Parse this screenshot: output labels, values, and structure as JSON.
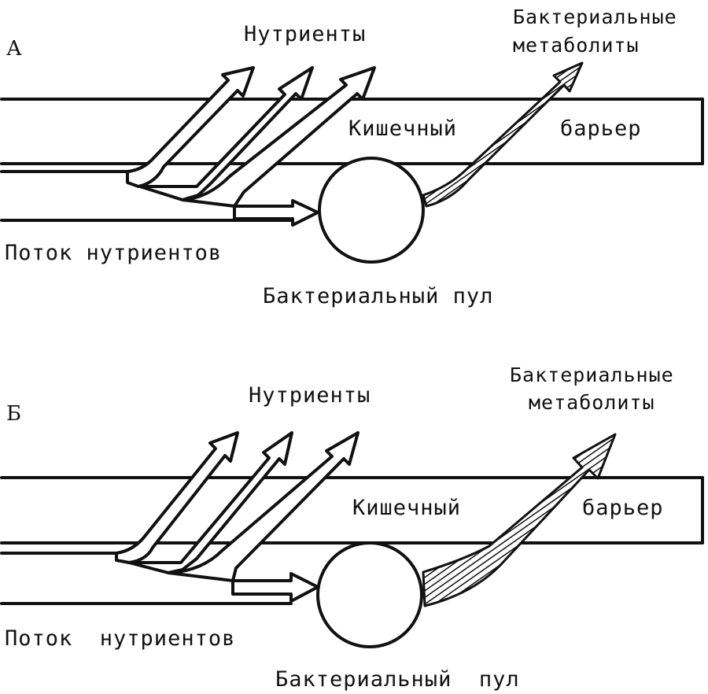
{
  "panels": [
    {
      "letter": "А",
      "nutrients": "Нутриенты",
      "metabolites_line1": "Бактериальные",
      "metabolites_line2": "метаболиты",
      "barrier_word1": "Кишечный",
      "barrier_word2": "барьер",
      "flow": "Поток нутриентов",
      "pool": "Бактериальный пул",
      "metabolite_arrow_width": "thin"
    },
    {
      "letter": "Б",
      "nutrients": "Нутриенты",
      "metabolites_line1": "Бактериальные",
      "metabolites_line2": "метаболиты",
      "barrier_word1": "Кишечный",
      "barrier_word2": "барьер",
      "flow": "Поток  нутриентов",
      "pool": "Бактериальный  пул",
      "metabolite_arrow_width": "thick"
    }
  ],
  "colors": {
    "ink": "#111111",
    "background": "#ffffff"
  }
}
